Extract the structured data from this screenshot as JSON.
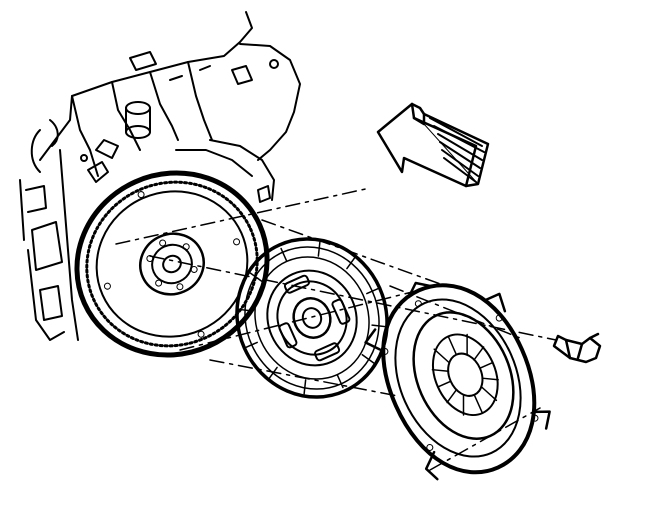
{
  "diagram": {
    "subject": "clutch-assembly-exploded-view",
    "line_color": "#000000",
    "background_color": "#ffffff",
    "components": [
      {
        "id": "engine-block",
        "icon": "engine-block-icon"
      },
      {
        "id": "flywheel",
        "icon": "flywheel-icon"
      },
      {
        "id": "clutch-disc",
        "icon": "clutch-disc-icon"
      },
      {
        "id": "pressure-plate",
        "icon": "pressure-plate-icon"
      },
      {
        "id": "bolt",
        "icon": "bolt-icon"
      },
      {
        "id": "direction-arrow",
        "icon": "arrow-icon"
      }
    ]
  }
}
